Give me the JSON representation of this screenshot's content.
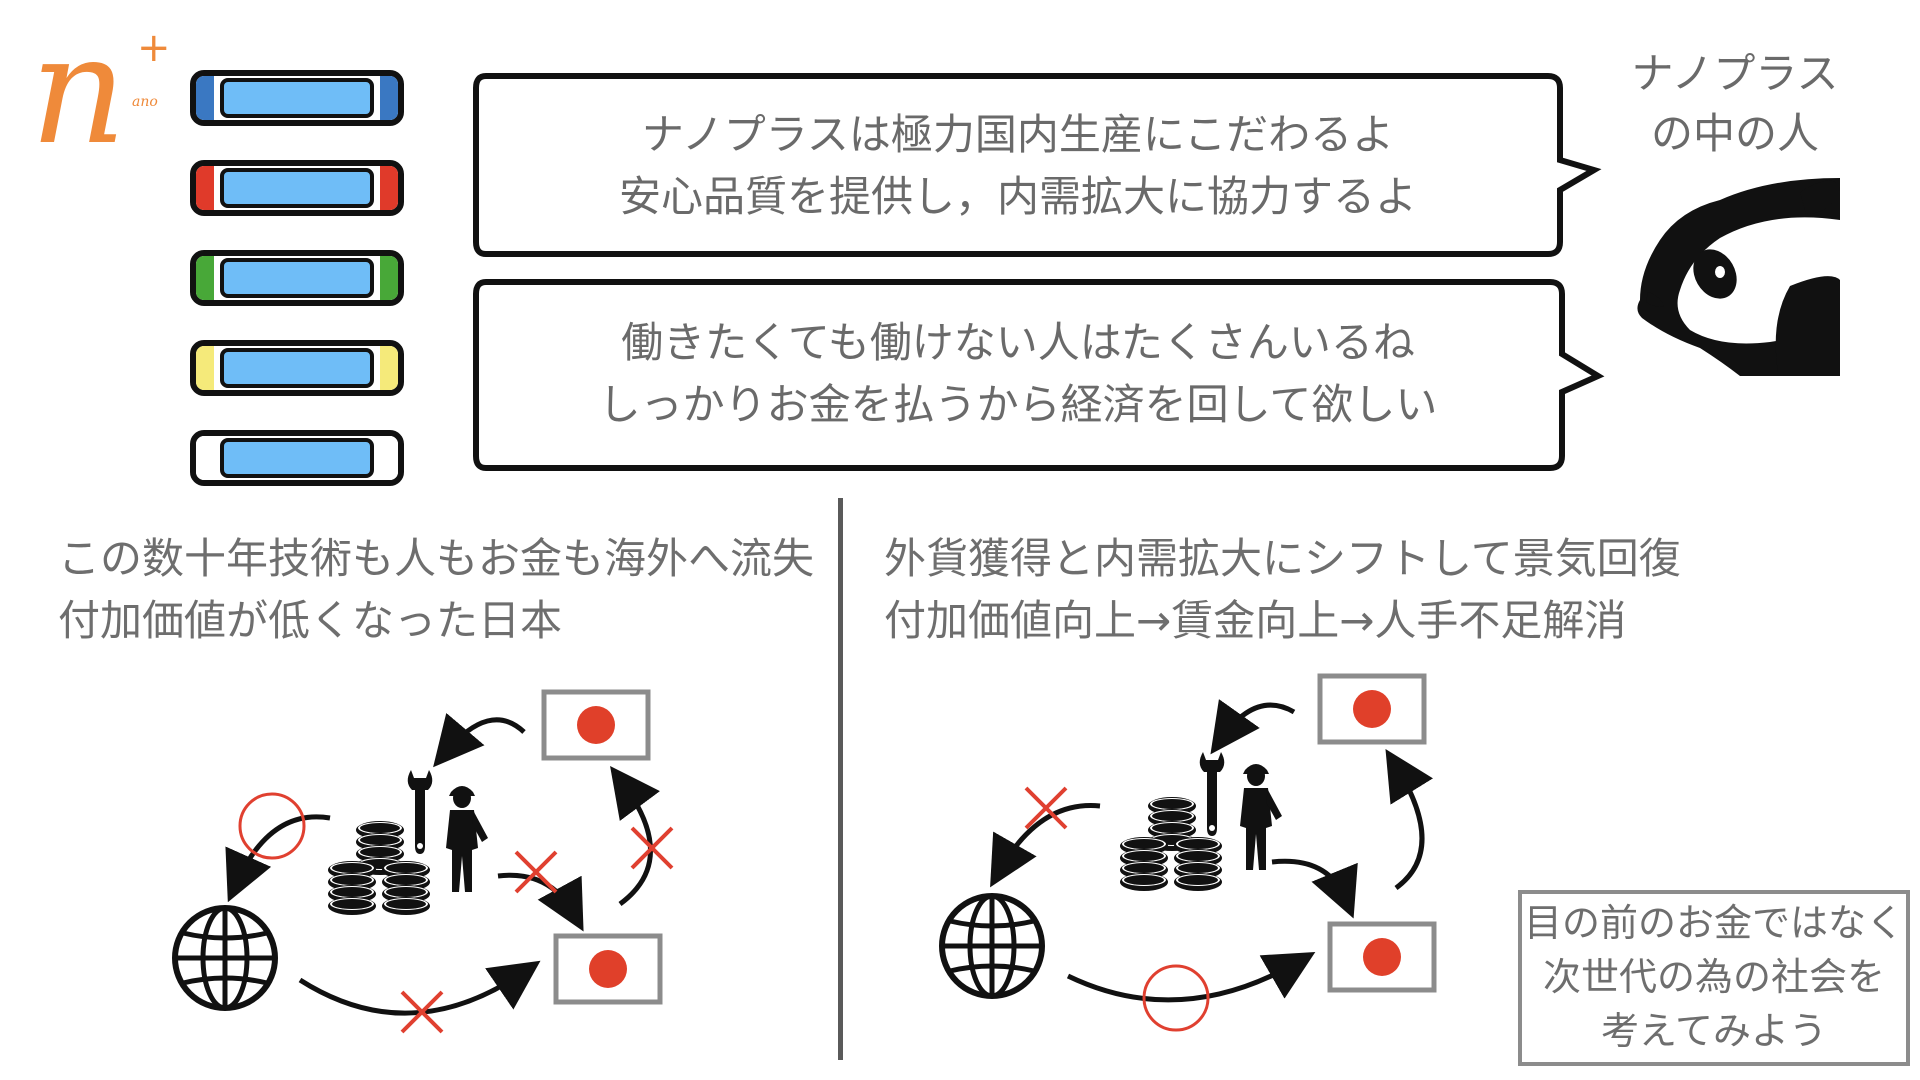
{
  "logo": {
    "letter": "n",
    "plus": "+",
    "small_text": "ano",
    "color": "#ef8a3a"
  },
  "batteries": [
    {
      "edge_color": "#3a78c2"
    },
    {
      "edge_color": "#e03a2a"
    },
    {
      "edge_color": "#48a838"
    },
    {
      "edge_color": "#f5ea7a"
    },
    {
      "edge_color": "#ffffff"
    }
  ],
  "battery_core_color": "#6fbdf7",
  "speech_bubbles": [
    {
      "lines": [
        "ナノプラスは極力国内生産にこだわるよ",
        "安心品質を提供し，内需拡大に協力するよ"
      ]
    },
    {
      "lines": [
        "働きたくても働けない人はたくさんいるね",
        "しっかりお金を払うから経済を回して欲しい"
      ]
    }
  ],
  "speaker": {
    "lines": [
      "ナノプラス",
      "の中の人"
    ],
    "icon": "panda-icon"
  },
  "left_section": {
    "lines": [
      "この数十年技術も人もお金も海外へ流失",
      "付加価値が低くなった日本"
    ],
    "icons": [
      "globe-icon",
      "coins-icon",
      "wrench-icon",
      "worker-icon",
      "japan-flag-icon",
      "japan-flag-icon"
    ],
    "marks": [
      "circle-mark",
      "cross-mark",
      "cross-mark",
      "cross-mark"
    ]
  },
  "right_section": {
    "lines": [
      "外貨獲得と内需拡大にシフトして景気回復",
      "付加価値向上→賃金向上→人手不足解消"
    ],
    "icons": [
      "globe-icon",
      "coins-icon",
      "wrench-icon",
      "worker-icon",
      "japan-flag-icon",
      "japan-flag-icon"
    ],
    "marks": [
      "cross-mark",
      "circle-mark"
    ]
  },
  "note": {
    "lines": [
      "目の前のお金ではなく",
      "次世代の為の社会を",
      "考えてみよう"
    ]
  },
  "colors": {
    "mark_red": "#e04030",
    "flag_red": "#e0402a",
    "text_gray": "#6e6e6e"
  }
}
